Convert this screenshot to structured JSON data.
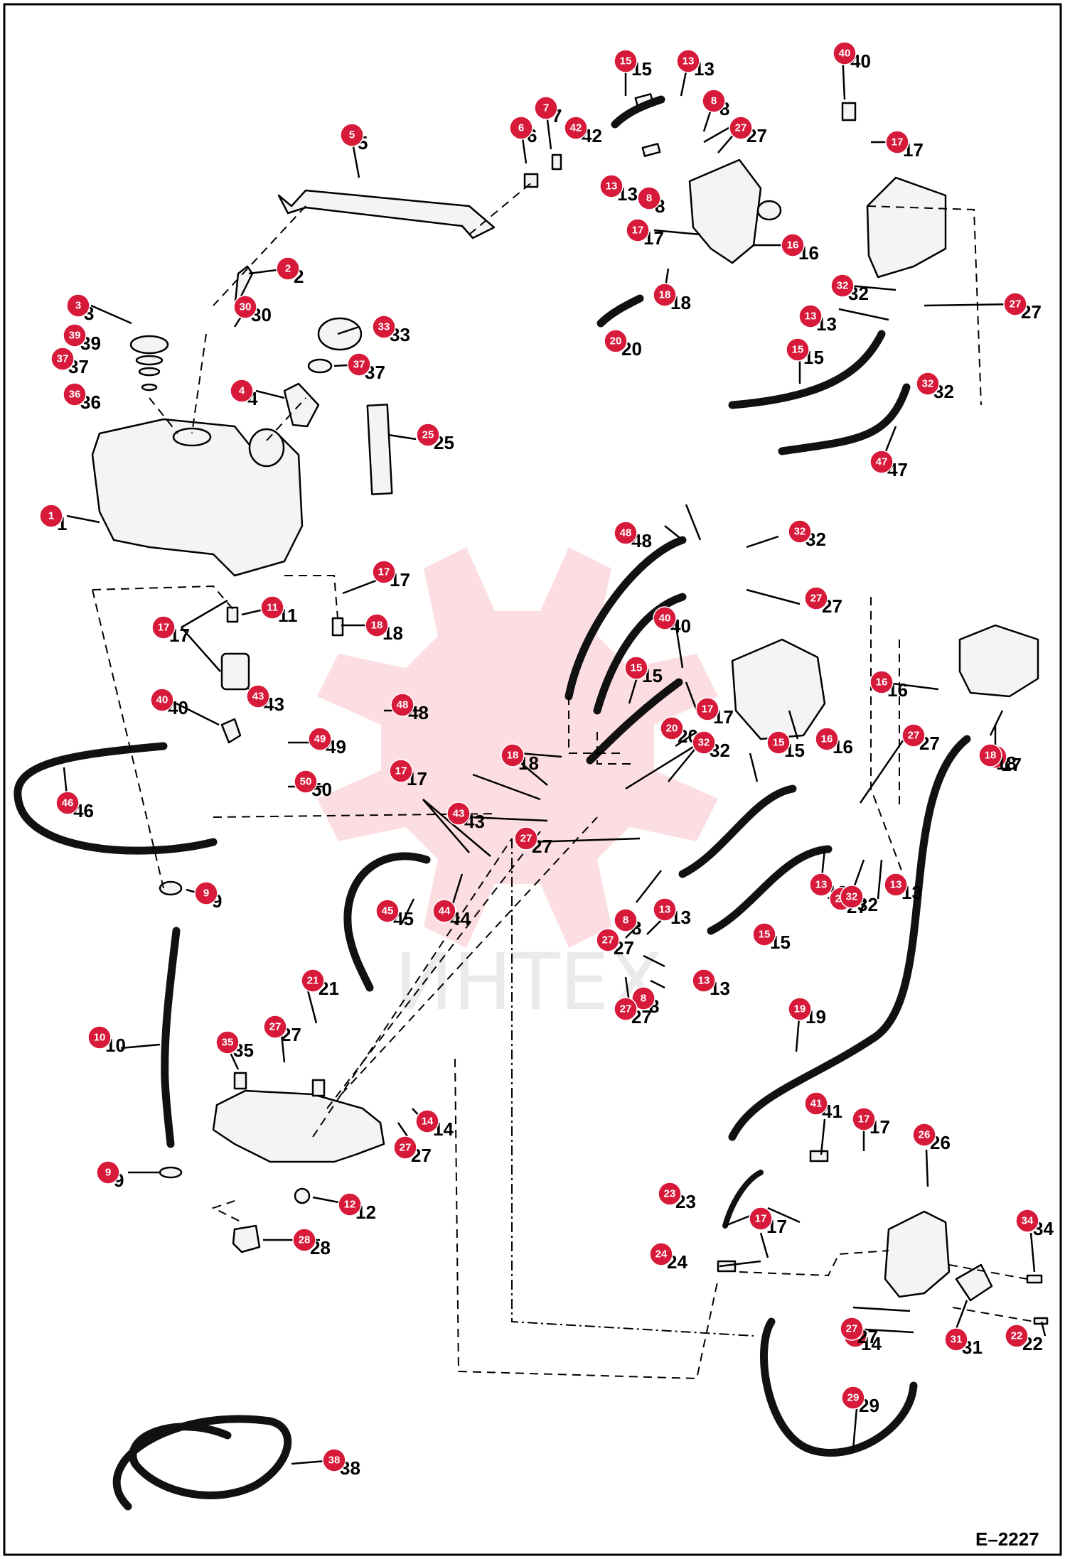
{
  "drawing_code": "E–2227",
  "watermark_text": "ИНТЕХ",
  "callouts": [
    {
      "n": "1"
    },
    {
      "n": "2"
    },
    {
      "n": "3"
    },
    {
      "n": "4"
    },
    {
      "n": "5"
    },
    {
      "n": "6"
    },
    {
      "n": "7"
    },
    {
      "n": "8"
    },
    {
      "n": "8"
    },
    {
      "n": "8"
    },
    {
      "n": "8"
    },
    {
      "n": "9"
    },
    {
      "n": "9"
    },
    {
      "n": "10"
    },
    {
      "n": "11"
    },
    {
      "n": "12"
    },
    {
      "n": "13"
    },
    {
      "n": "13"
    },
    {
      "n": "13"
    },
    {
      "n": "13"
    },
    {
      "n": "13"
    },
    {
      "n": "13"
    },
    {
      "n": "13"
    },
    {
      "n": "14"
    },
    {
      "n": "14"
    },
    {
      "n": "15"
    },
    {
      "n": "15"
    },
    {
      "n": "15"
    },
    {
      "n": "15"
    },
    {
      "n": "15"
    },
    {
      "n": "16"
    },
    {
      "n": "16"
    },
    {
      "n": "16"
    },
    {
      "n": "17"
    },
    {
      "n": "17"
    },
    {
      "n": "17"
    },
    {
      "n": "17"
    },
    {
      "n": "17"
    },
    {
      "n": "17"
    },
    {
      "n": "17"
    },
    {
      "n": "17"
    },
    {
      "n": "17"
    },
    {
      "n": "18"
    },
    {
      "n": "18"
    },
    {
      "n": "18"
    },
    {
      "n": "18"
    },
    {
      "n": "19"
    },
    {
      "n": "20"
    },
    {
      "n": "20"
    },
    {
      "n": "21"
    },
    {
      "n": "22"
    },
    {
      "n": "23"
    },
    {
      "n": "24"
    },
    {
      "n": "25"
    },
    {
      "n": "26"
    },
    {
      "n": "27"
    },
    {
      "n": "27"
    },
    {
      "n": "27"
    },
    {
      "n": "27"
    },
    {
      "n": "27"
    },
    {
      "n": "27"
    },
    {
      "n": "27"
    },
    {
      "n": "27"
    },
    {
      "n": "27"
    },
    {
      "n": "27"
    },
    {
      "n": "27"
    },
    {
      "n": "28"
    },
    {
      "n": "29"
    },
    {
      "n": "30"
    },
    {
      "n": "31"
    },
    {
      "n": "32"
    },
    {
      "n": "32"
    },
    {
      "n": "32"
    },
    {
      "n": "32"
    },
    {
      "n": "32"
    },
    {
      "n": "33"
    },
    {
      "n": "34"
    },
    {
      "n": "35"
    },
    {
      "n": "36"
    },
    {
      "n": "37"
    },
    {
      "n": "37"
    },
    {
      "n": "38"
    },
    {
      "n": "39"
    },
    {
      "n": "40"
    },
    {
      "n": "40"
    },
    {
      "n": "40"
    },
    {
      "n": "41"
    },
    {
      "n": "42"
    },
    {
      "n": "43"
    },
    {
      "n": "43"
    },
    {
      "n": "44"
    },
    {
      "n": "45"
    },
    {
      "n": "46"
    },
    {
      "n": "47"
    },
    {
      "n": "48"
    },
    {
      "n": "48"
    },
    {
      "n": "49"
    },
    {
      "n": "50"
    }
  ]
}
